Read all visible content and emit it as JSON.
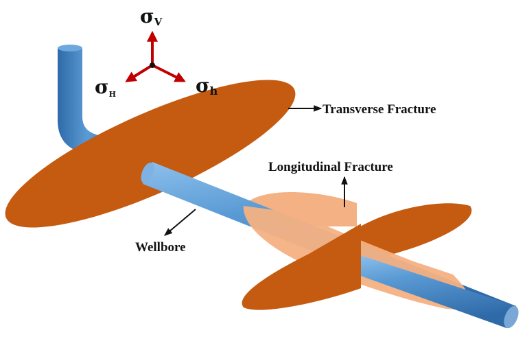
{
  "diagram": {
    "type": "schematic",
    "subject": "Hydraulic fractures along a horizontal wellbore"
  },
  "stress_axes": {
    "vertical": {
      "symbol": "σ",
      "subscript": "V"
    },
    "max_horizontal": {
      "symbol": "σ",
      "subscript": "H"
    },
    "min_horizontal": {
      "symbol": "σ",
      "subscript": "h"
    },
    "arrow_color": "#c00000"
  },
  "labels": {
    "transverse": "Transverse Fracture",
    "longitudinal": "Longitudinal Fracture",
    "wellbore": "Wellbore"
  },
  "colors": {
    "transverse_fracture": "#c55a11",
    "longitudinal_fracture": "#f4b183",
    "wellbore_light": "#6fa8dc",
    "wellbore_dark": "#2e6aa8",
    "annotation": "#111111"
  }
}
